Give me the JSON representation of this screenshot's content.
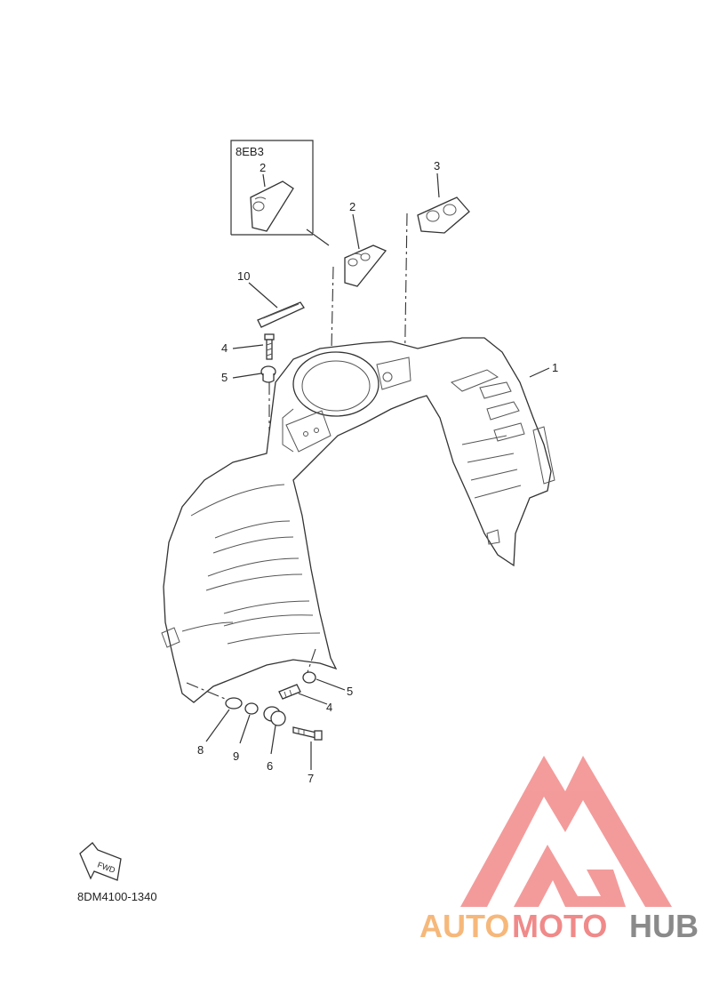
{
  "diagram": {
    "inset_label": "8EB3",
    "drawing_code": "8DM4100-1340",
    "fwd_label": "FWD",
    "callouts": [
      {
        "id": "c10",
        "text": "10"
      },
      {
        "id": "c4a",
        "text": "4"
      },
      {
        "id": "c5a",
        "text": "5"
      },
      {
        "id": "c2inset",
        "text": "2"
      },
      {
        "id": "c2",
        "text": "2"
      },
      {
        "id": "c3",
        "text": "3"
      },
      {
        "id": "c1",
        "text": "1"
      },
      {
        "id": "c5b",
        "text": "5"
      },
      {
        "id": "c4b",
        "text": "4"
      },
      {
        "id": "c8",
        "text": "8"
      },
      {
        "id": "c9",
        "text": "9"
      },
      {
        "id": "c6",
        "text": "6"
      },
      {
        "id": "c7",
        "text": "7"
      }
    ]
  },
  "watermark": {
    "brand_a": "AUTO",
    "brand_b": "MOTO",
    "brand_c": "HUB",
    "colors": {
      "auto": "#f6b87a",
      "moto": "#f08a8a",
      "hub": "#8a8a8a",
      "logo": "#f28a8a"
    }
  }
}
